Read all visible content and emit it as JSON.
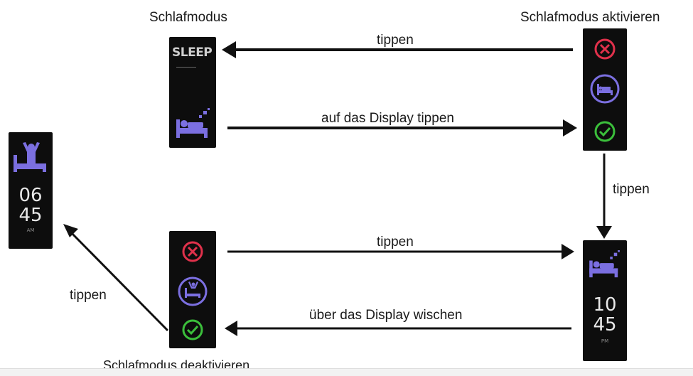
{
  "labels": {
    "sleep_mode": "Schlafmodus",
    "activate_sleep_mode": "Schlafmodus aktivieren",
    "deactivate_sleep_mode": "Schlafmodus deaktivieren",
    "tap_top": "tippen",
    "tap_display": "auf das Display tippen",
    "tap_right": "tippen",
    "tap_middle": "tippen",
    "swipe_display": "über das Display wischen",
    "tap_left": "tippen"
  },
  "screens": {
    "wake": {
      "hour": "06",
      "minute": "45",
      "ampm": "AM"
    },
    "sleep": {
      "text": "SLEEP"
    },
    "sleeping": {
      "hour": "10",
      "minute": "45",
      "ampm": "PM"
    }
  },
  "colors": {
    "accent": "#7b6fe0",
    "cancel": "#e0314b",
    "confirm": "#3bbf3b",
    "screen": "#0d0d0d"
  },
  "icons": [
    "cancel-icon",
    "bed-icon",
    "checkmark-icon",
    "wake-up-icon"
  ]
}
